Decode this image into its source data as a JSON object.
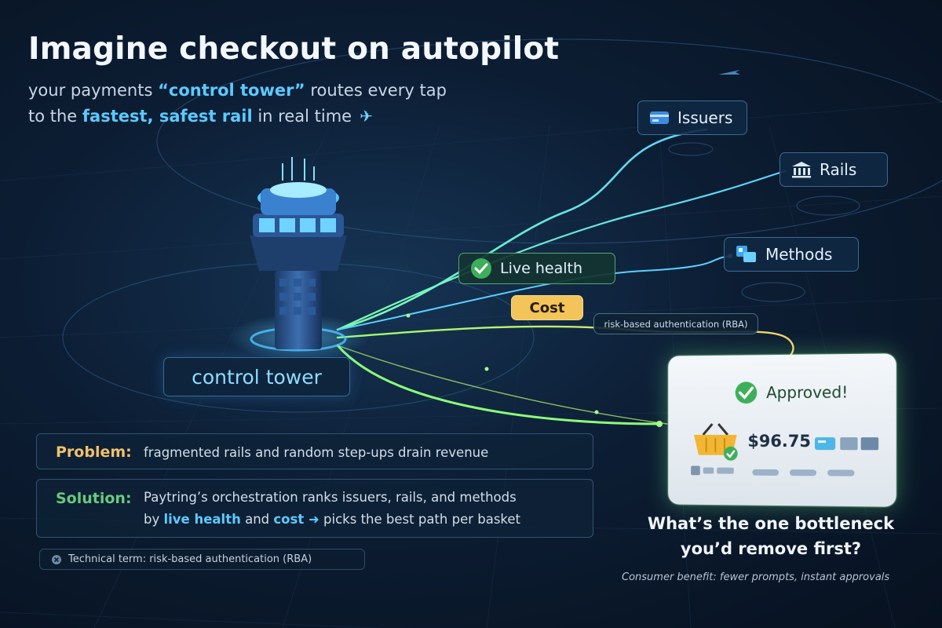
{
  "headline": "Imagine checkout on autopilot",
  "subline": {
    "l1_pre": "your payments ",
    "l1_hl": "“control tower”",
    "l1_post": " routes every tap",
    "l2_pre": "to the ",
    "l2_hl": "fastest, safest rail",
    "l2_post": " in real time"
  },
  "tower": {
    "label": "control tower"
  },
  "destinations": {
    "issuers": "Issuers",
    "rails": "Rails",
    "methods": "Methods"
  },
  "route_labels": {
    "health": "Live health",
    "cost": "Cost",
    "rba": "risk-based authentication (RBA)"
  },
  "card": {
    "status": "Approved!",
    "amount": "$96.75"
  },
  "problem": {
    "label": "Problem:",
    "text": "fragmented rails and random step-ups drain revenue"
  },
  "solution": {
    "label": "Solution:",
    "line1": "Paytring’s orchestration ranks issuers, rails, and methods",
    "line2_pre": "by ",
    "line2_hl1": "live health",
    "line2_mid": " and ",
    "line2_hl2": "cost",
    "line2_post": " picks the best path per basket"
  },
  "technical_term": "Technical term: risk-based authentication (RBA)",
  "question": {
    "line1": "What’s the one bottleneck",
    "line2": "you’d remove first?"
  },
  "benefit": "Consumer benefit: fewer prompts, instant approvals",
  "colors": {
    "accent": "#5cc9ff",
    "problem": "#f0c16a",
    "solution": "#69c97d",
    "cost": "#f2c45a"
  }
}
